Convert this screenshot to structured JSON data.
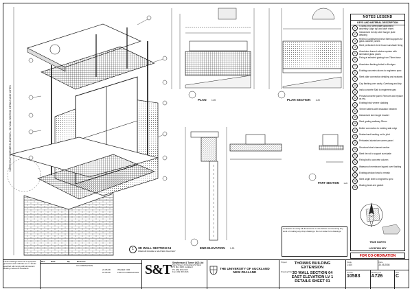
{
  "sheet": {
    "legend": {
      "title": "NOTES LEGEND",
      "subtitle": "KEYS AND MATERIAL DESCRIPTION",
      "items": [
        {
          "n": "1",
          "text": "STAINLESS Steel plate supports to assembly. Align top and laser sheet."
        },
        {
          "n": "2",
          "text": "Galvanised hot dip steel hanger plate detailing"
        },
        {
          "n": "3",
          "text": "RISING Cantilevered brise Steel supports for glass cassette panels"
        },
        {
          "n": "4",
          "text": "Steel perforated sheet brace sunshade fixing"
        },
        {
          "n": "5",
          "text": "Aluminium framed window system with laminated glass panes"
        },
        {
          "n": "6",
          "text": "Fixing at selected glazing from 75mm base"
        },
        {
          "n": "7",
          "text": "Aluminium flashing folded to fit edges"
        },
        {
          "n": "8",
          "text": "Existing concrete column to engineers spec"
        },
        {
          "n": "9",
          "text": "Steel plate connection detailing and sealants"
        },
        {
          "n": "10",
          "text": "Cap flashing over cavity. Overhang and drip"
        },
        {
          "n": "11",
          "text": "Insitu concrete Slab to engineers spec"
        },
        {
          "n": "12",
          "text": "Precast concrete panel. Remove and replace as req."
        },
        {
          "n": "13",
          "text": "Existing brick veneer cladding"
        },
        {
          "n": "14",
          "text": "Timber battens with insulation between"
        },
        {
          "n": "15",
          "text": "Galvanised steel angle bracket"
        },
        {
          "n": "16",
          "text": "Steel grating walkway 25mm"
        },
        {
          "n": "17",
          "text": "Bolted connection to existing slab edge"
        },
        {
          "n": "18",
          "text": "Sealant and backing rod to joint"
        },
        {
          "n": "19",
          "text": "Perforated aluminium screen panel"
        },
        {
          "n": "20",
          "text": "Structural steel channel section"
        },
        {
          "n": "21",
          "text": "Steel tie rod to support sunshade"
        },
        {
          "n": "22",
          "text": "Fixing bolt to concrete column"
        },
        {
          "n": "23",
          "text": "Waterproof membrane lapped over flashing"
        },
        {
          "n": "24",
          "text": "Existing window head to remain"
        },
        {
          "n": "25",
          "text": "Steel angle lintel to engineers spec"
        },
        {
          "n": "26",
          "text": "Glazing bead and gasket"
        }
      ],
      "north_label": "TRUE NORTH",
      "location_label": "LOCATION KEY"
    },
    "coordination": "FOR CO-ORDINATION",
    "views": {
      "wall_3d": {
        "num": "1",
        "title": "3D WALL SECTION 04",
        "sub": "PREFAB FRAME & GRATED WALKWAY"
      },
      "plan": {
        "num": "1",
        "title": "PLAN",
        "scale": "1:20"
      },
      "plan_section": {
        "num": "2",
        "title": "PLAN SECTION",
        "scale": "1:20"
      },
      "part_section": {
        "num": "3",
        "title": "PART SECTION",
        "scale": "1:20"
      },
      "end_elevation": {
        "num": "2",
        "title": "END ELEVATION",
        "scale": "1:20"
      }
    },
    "side_note": "NORTH EAST CORNER ELEVATION - 3D WALL SECTION DETAILS AND NOTES",
    "title_block": {
      "disclaimer": "These drawings and a set of computer generated and CAD files are ©. Works specified will comply with all relevant building codes and standards.",
      "revisions_header": [
        "Rev",
        "Date",
        "By",
        "Revision"
      ],
      "revision_row": [
        "",
        "",
        "",
        "CO-ORDINATION"
      ],
      "rev_dates": [
        "22.05.08",
        "22.05.08"
      ],
      "rev_labels": [
        "ISSUED FOR",
        "FOR CO-ORDINATION"
      ],
      "firm_logo": "S&T",
      "firm_name": "Stephenson & Turner (NZ) Ltd",
      "firm_lines": [
        "Shop Street, 20 Quinlans St West",
        "PO Box 1608, Auckland",
        "Ph: (09) 303 2100",
        "Fax: (09) 303 2181"
      ],
      "university": [
        "THE UNIVERSITY OF AUCKLAND",
        "NEW ZEALAND"
      ],
      "project_label": "Project",
      "project": [
        "THOMAS BUILDING",
        "EXTENSION"
      ],
      "drawing_label": "Drawing Title",
      "drawing_title": [
        "3D WALL SECTION 04",
        "EAST ELEVATION LV 1",
        "DETAILS SHEET 01"
      ],
      "scale_label": "Scale",
      "scale": "1:100",
      "date_label": "Date",
      "date": "20.05.2008",
      "job_no": "10583",
      "dwg_no": "A726",
      "rev": "C",
      "job_label": "Job No",
      "dwg_label": "Drawing No",
      "rev_label": "Rev"
    },
    "general_notes_footer": "Contractor to verify all dimensions on site before commencing any work or making any shop drawings. Do not scale from drawings."
  }
}
